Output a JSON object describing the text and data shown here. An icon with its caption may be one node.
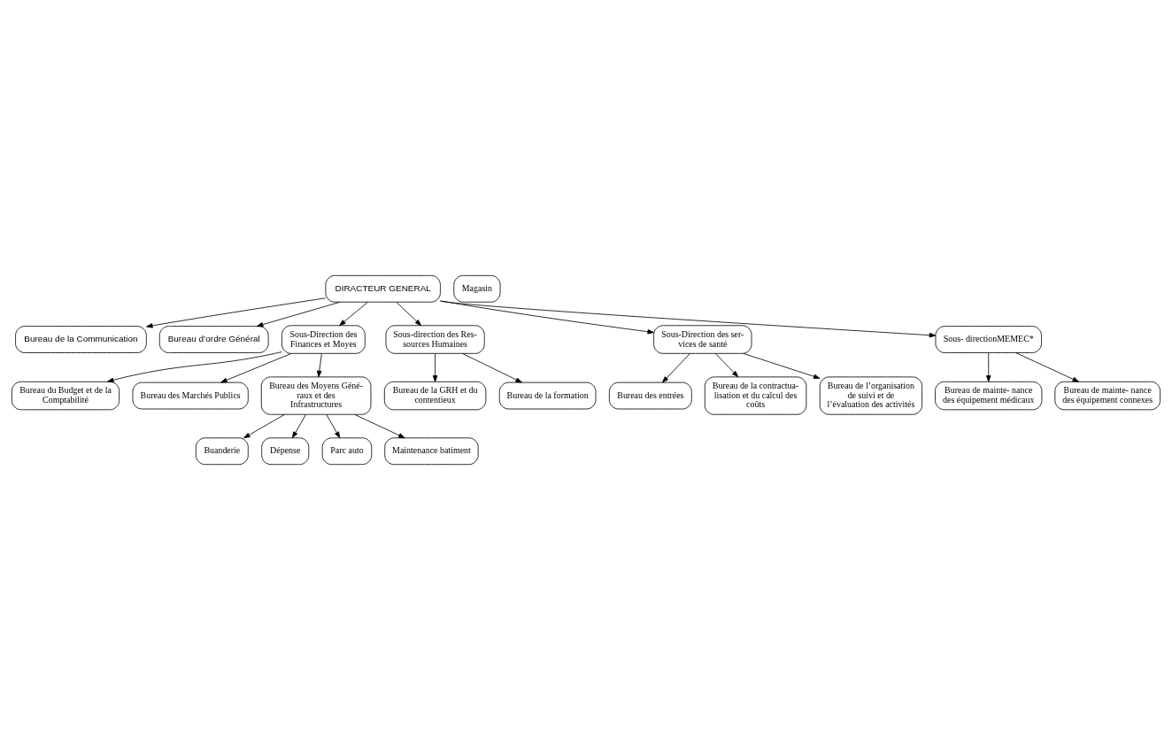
{
  "diagram": {
    "nodes": [
      {
        "text": [
          "DIRACTEUR GENERAL"
        ]
      },
      {
        "text": [
          "Bureau de la Communication"
        ]
      },
      {
        "text": [
          "Bureau d’ordre Général"
        ]
      },
      {
        "text": [
          "Sous-Direction des Finances et Moyes"
        ]
      },
      {
        "text": [
          "Sous-direction des Res- sources Humaines"
        ]
      },
      {
        "text": [
          "Sous-Direction des ser- vices de santé"
        ]
      },
      {
        "text": [
          "Sous- directionMEMEC*"
        ]
      },
      {
        "text": [
          "Bureau du Budget et de la Comptabilité"
        ]
      },
      {
        "text": [
          "Bureau des Marchés Publics"
        ]
      },
      {
        "text": [
          "Bureau des Moyens Géné- raux et des Infrastructures"
        ]
      },
      {
        "text": [
          "Bureau de la GRH et du contentieux"
        ]
      },
      {
        "text": [
          "Bureau de la formation"
        ]
      },
      {
        "text": [
          "Bureau des entrées"
        ]
      },
      {
        "text": [
          "Bureau de la contractua- lisation et du calcul des coûts"
        ]
      },
      {
        "text": [
          "Bureau de l’organisation de suivi et de l’évaluation des activités"
        ]
      },
      {
        "text": [
          "Bureau de mainte- nance des équipement médicaux"
        ]
      },
      {
        "text": [
          "Bureau de mainte- nance des équipement connexes"
        ]
      },
      {
        "text": [
          "Buanderie"
        ]
      },
      {
        "text": [
          "Magasin"
        ]
      },
      {
        "text": [
          "Dépense"
        ]
      },
      {
        "text": [
          "Parc auto"
        ]
      },
      {
        "text": [
          "Maintenance batiment"
        ]
      }
    ],
    "edges": [
      {
        "from": 0,
        "to": 1,
        "arrow": "to"
      },
      {
        "from": 0,
        "to": 2,
        "arrow": "to"
      },
      {
        "from": 0,
        "to": 3,
        "arrow": "to"
      },
      {
        "from": 0,
        "to": 4,
        "arrow": "to"
      },
      {
        "from": 0,
        "to": 5,
        "arrow": "to"
      },
      {
        "from": 0,
        "to": 6,
        "arrow": "to"
      },
      {
        "from": 3,
        "to": 7,
        "arrow": "to"
      },
      {
        "from": 3,
        "to": 8,
        "arrow": "to"
      },
      {
        "from": 3,
        "to": 9,
        "arrow": "to"
      },
      {
        "from": 4,
        "to": 10,
        "arrow": "to"
      },
      {
        "from": 4,
        "to": 11,
        "arrow": "to"
      },
      {
        "from": 5,
        "to": 12,
        "arrow": "to"
      },
      {
        "from": 5,
        "to": 13,
        "arrow": "to"
      },
      {
        "from": 5,
        "to": 14,
        "arrow": "to"
      },
      {
        "from": 6,
        "to": 15,
        "arrow": "to"
      },
      {
        "from": 6,
        "to": 16,
        "arrow": "to"
      },
      {
        "from": 9,
        "to": 17,
        "arrow": "to"
      },
      {
        "from": 9,
        "to": 20,
        "arrow": "to"
      },
      {
        "from": 9,
        "to": 21,
        "arrow": "to"
      },
      {
        "from": 9,
        "to": 19,
        "arrow": "to"
      }
    ]
  }
}
